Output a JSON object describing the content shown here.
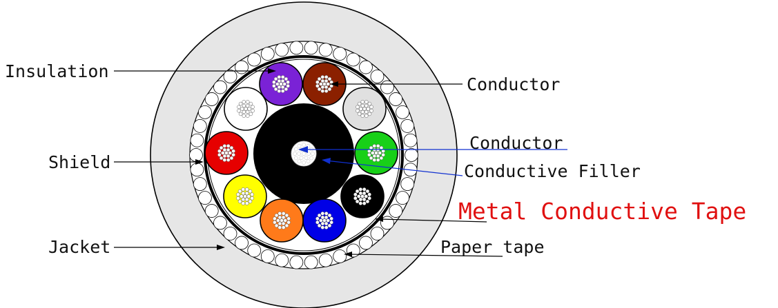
{
  "labels": {
    "insulation": "Insulation",
    "conductor_top": "Conductor",
    "shield": "Shield",
    "conductor_center": "Conductor",
    "conductive_filler": "Conductive Filler",
    "metal_tape": "Metal Conductive Tape",
    "jacket": "Jacket",
    "paper_tape": "Paper tape"
  },
  "colors": {
    "jacket": "#e6e6e6",
    "outline": "#000000",
    "filler": "#000000",
    "metal_tape_label": "#e01010",
    "leader_blue": "#1030d0",
    "cores": [
      "#7a22d6",
      "#8b2000",
      "#e0e0e0",
      "#18d018",
      "#000000",
      "#0000e6",
      "#ff7a1a",
      "#ffff00",
      "#e60000",
      "#ffffff"
    ]
  },
  "cores": [
    {
      "color_name": "violet"
    },
    {
      "color_name": "brown"
    },
    {
      "color_name": "grey"
    },
    {
      "color_name": "green"
    },
    {
      "color_name": "black"
    },
    {
      "color_name": "blue"
    },
    {
      "color_name": "orange"
    },
    {
      "color_name": "yellow"
    },
    {
      "color_name": "red"
    },
    {
      "color_name": "white"
    }
  ]
}
